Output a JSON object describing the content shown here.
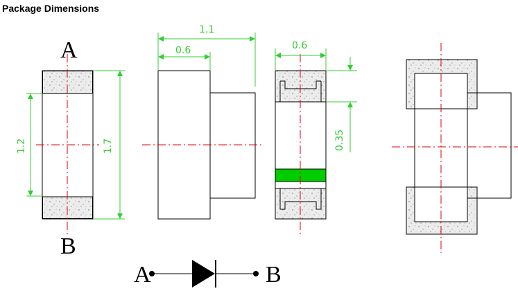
{
  "title": "Package Dimensions",
  "colors": {
    "outline": "#000000",
    "centerline": "#e00000",
    "dimension": "#33cc33",
    "stripe": "#00cc00",
    "pad_fill": "#ececec"
  },
  "labels": {
    "terminal_a": "A",
    "terminal_b": "B"
  },
  "dimensions": {
    "inner_length": "1.2",
    "total_length": "1.7",
    "total_width": "1.1",
    "body_width": "0.6",
    "end_width": "0.6",
    "pad_length": "0.35"
  },
  "symbol": {
    "left_label": "A",
    "right_label": "B"
  }
}
